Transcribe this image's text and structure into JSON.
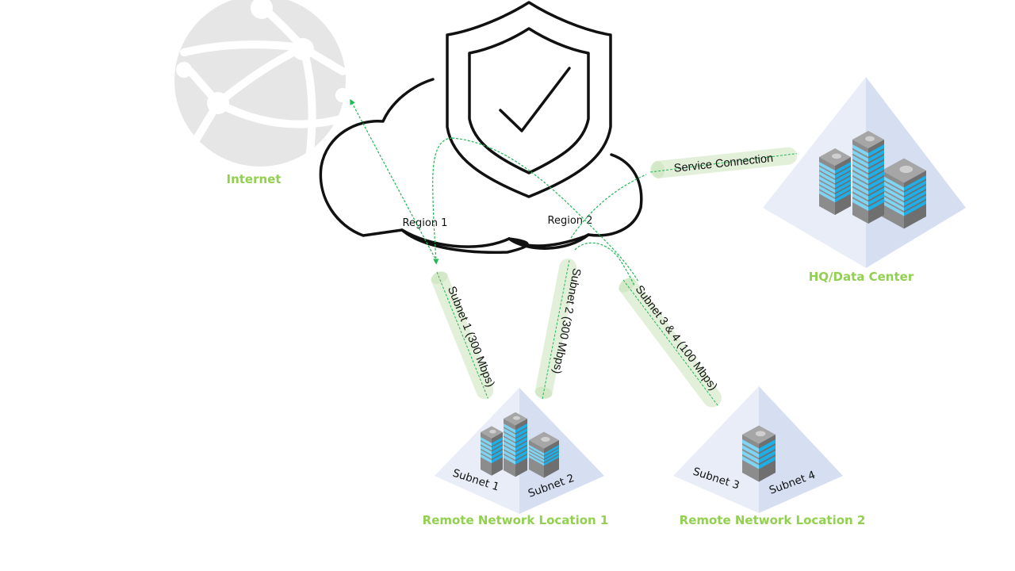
{
  "diagram": {
    "nodes": {
      "internet": {
        "label": "Internet",
        "icon": "globe-network-icon"
      },
      "security_cloud": {
        "icon": "shield-check-icon",
        "regions": [
          "Region 1",
          "Region 2"
        ]
      },
      "hq": {
        "label": "HQ/Data Center",
        "icon": "office-buildings-icon"
      },
      "remote1": {
        "label": "Remote Network Location 1",
        "icon": "office-buildings-icon",
        "subnets": [
          "Subnet 1",
          "Subnet 2"
        ]
      },
      "remote2": {
        "label": "Remote Network Location 2",
        "icon": "office-building-icon",
        "subnets": [
          "Subnet 3",
          "Subnet 4"
        ]
      }
    },
    "connections": {
      "service": {
        "label": "Service Connection"
      },
      "subnet1": {
        "label": "Subnet 1 (300 Mbps)"
      },
      "subnet2": {
        "label": "Subnet  2 (300 Mbps)"
      },
      "subnet34": {
        "label": "Subnet 3 & 4 (100 Mbps)"
      }
    },
    "colors": {
      "label_green": "#92d050",
      "path_green": "#1db954",
      "tube_fill": "#e2f0d9",
      "globe_gray": "#e6e6e6",
      "pyramid_left": "#e9edf7",
      "pyramid_right": "#d6dff2",
      "building_gray": "#8c8c8c",
      "window_blue": "#1eaee8"
    }
  }
}
